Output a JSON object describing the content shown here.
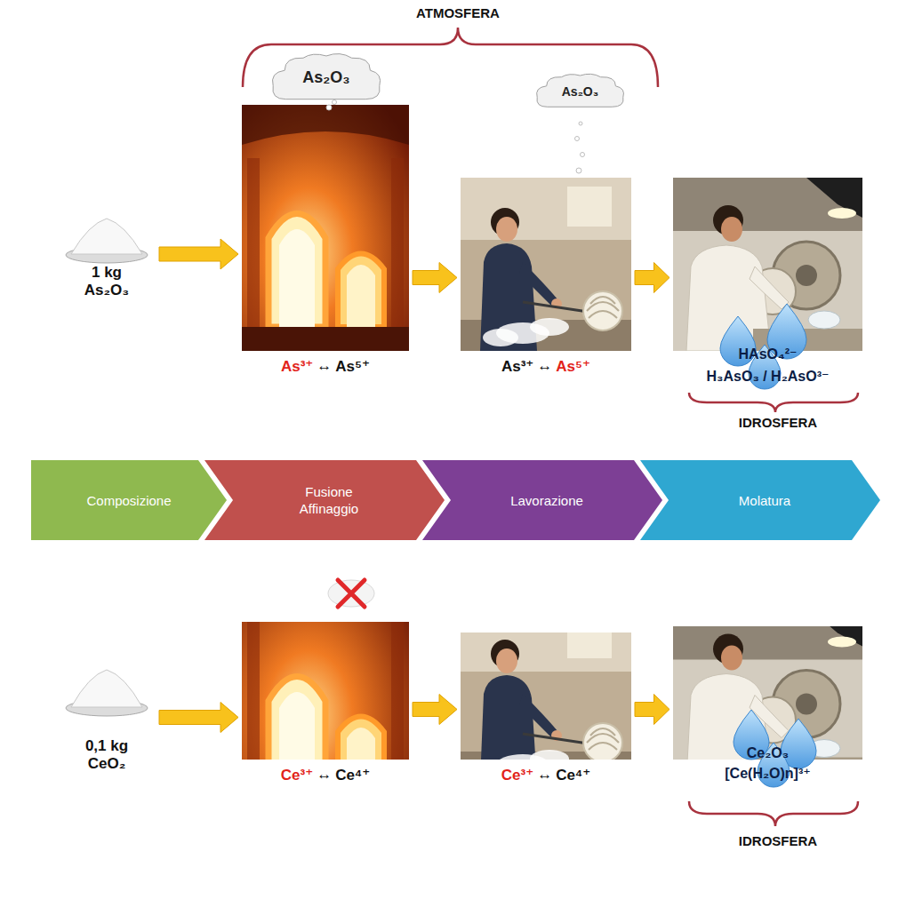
{
  "diagram": {
    "nodes": [
      {
        "text": [
          "As₂O₃"
        ]
      },
      {
        "text": [
          "As₂O₃"
        ]
      },
      {
        "text": [
          "1 kg As₂O₃"
        ]
      },
      {
        "text": [
          "As³⁺",
          "↔",
          "As⁵⁺"
        ]
      },
      {
        "text": [
          "As³⁺",
          "↔",
          "As⁵⁺"
        ]
      },
      {
        "text": [
          "HAsO₄²⁻",
          "H₃AsO₃ / H₂AsO³⁻"
        ]
      },
      {
        "text": [
          "Composizione"
        ]
      },
      {
        "text": [
          "Fusione Affinaggio"
        ]
      },
      {
        "text": [
          "Lavorazione"
        ]
      },
      {
        "text": [
          "Molatura"
        ]
      },
      {
        "text": [
          "0,1 kg CeO₂"
        ]
      },
      {
        "text": [
          "Ce³⁺",
          "↔",
          "Ce⁴⁺"
        ]
      },
      {
        "text": [
          "Ce³⁺",
          "↔",
          "Ce⁴⁺"
        ]
      },
      {
        "text": [
          "Ce₂O₃",
          "[Ce(H₂O)n]³⁺"
        ]
      }
    ],
    "edges": [
      {
        "from": 2,
        "to": 3,
        "arrow": "to"
      },
      {
        "from": 3,
        "to": 4,
        "arrow": "to"
      },
      {
        "from": 4,
        "to": 5,
        "arrow": "to"
      },
      {
        "from": 10,
        "to": 11,
        "arrow": "to"
      },
      {
        "from": 11,
        "to": 12,
        "arrow": "to"
      },
      {
        "from": 12,
        "to": 13,
        "arrow": "to"
      }
    ],
    "labels": [
      "ATMOSFERA",
      "IDROSFERA",
      "IDROSFERA"
    ]
  }
}
